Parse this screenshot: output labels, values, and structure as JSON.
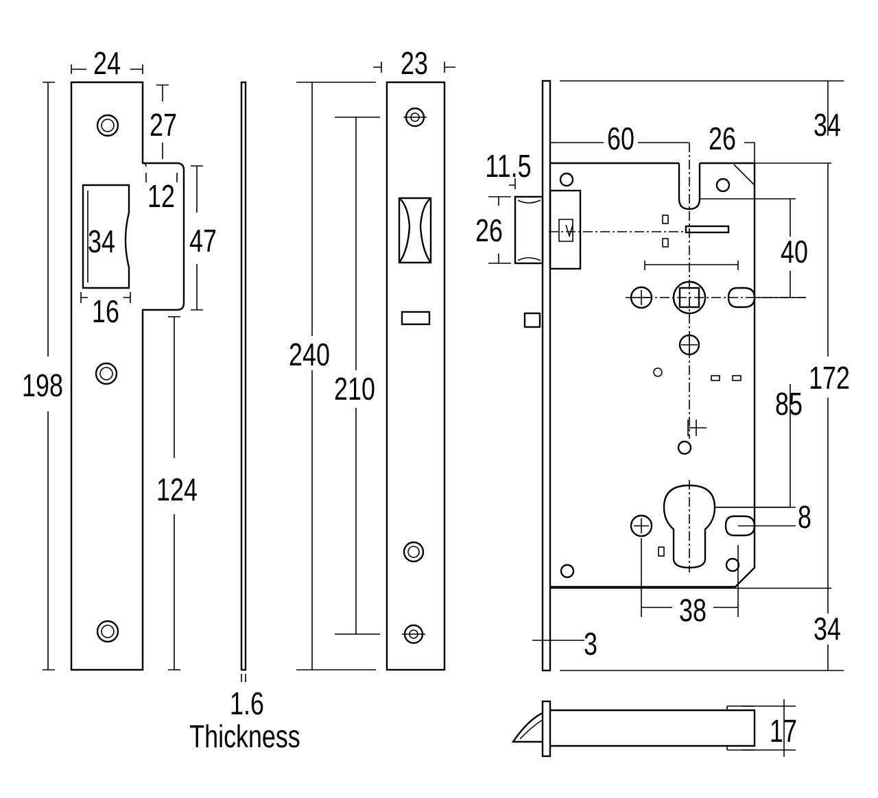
{
  "drawing": {
    "strike_plate": {
      "width": "24",
      "height": "198",
      "top_offset": "27",
      "lip_depth": "12",
      "cutout_height": "47",
      "opening_height": "34",
      "opening_width": "16",
      "bottom_to_lip": "124"
    },
    "side_view": {
      "thickness": "1.6",
      "thickness_label": "Thickness"
    },
    "faceplate": {
      "width": "23",
      "height": "240",
      "screw_spacing": "210"
    },
    "lock_body": {
      "backset": "60",
      "offset": "26",
      "top_margin": "34",
      "latch_projection": "11.5",
      "latch_height": "26",
      "spindle_to_top": "40",
      "case_height": "172",
      "center_distance": "85",
      "cylinder_offset": "8",
      "screw_spacing": "38",
      "bottom_margin": "34",
      "faceplate_thickness": "3"
    },
    "bolt_view": {
      "bolt_height": "17"
    }
  }
}
